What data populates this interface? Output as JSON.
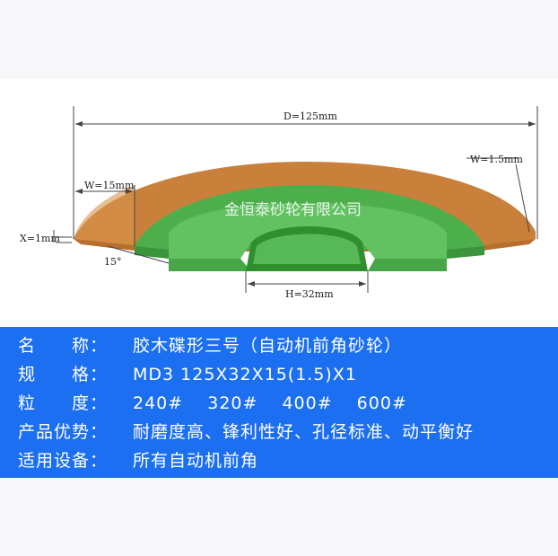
{
  "figure": {
    "watermark": "金恒泰砂轮有限公司",
    "dimensions": {
      "d": "D=125mm",
      "w": "W=15mm",
      "x": "X=1mm",
      "angle": "15°",
      "h": "H=32mm",
      "w_edge": "W=1.5mm"
    },
    "colors": {
      "outer_rim": "#c57a35",
      "green_body": "#4cae4c",
      "green_face": "#67c567"
    }
  },
  "specs": [
    {
      "label": "名　　称：",
      "value": "胶木碟形三号（自动机前角砂轮）"
    },
    {
      "label": "规　　格：",
      "value": "MD3 125X32X15(1.5)X1"
    },
    {
      "label": "粒　　度：",
      "value": "240#　 320#　 400#　 600#"
    },
    {
      "label": "产品优势：",
      "value": "耐磨度高、锋利性好、孔径标准、动平衡好"
    },
    {
      "label": "适用设备：",
      "value": "所有自动机前角"
    }
  ]
}
